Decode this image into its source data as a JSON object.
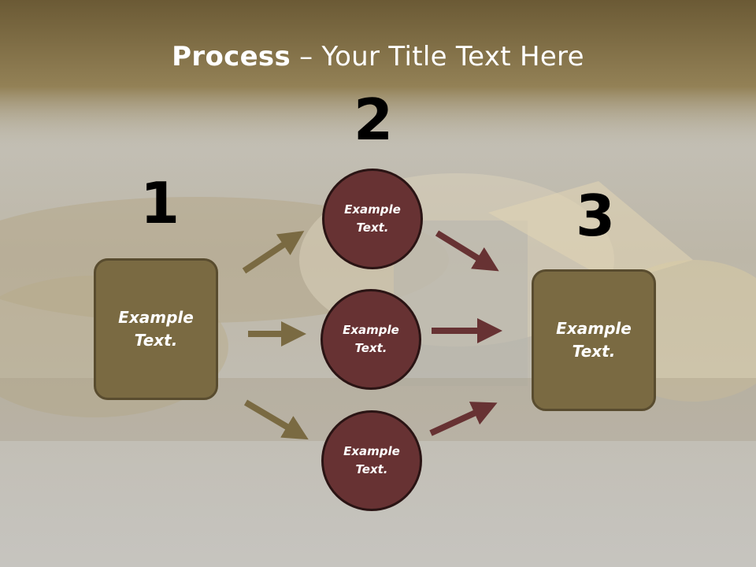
{
  "title": {
    "bold": "Process",
    "rest": " – Your Title Text Here"
  },
  "steps": [
    {
      "number": "1",
      "box_text": "Example\nText."
    },
    {
      "number": "2"
    },
    {
      "number": "3",
      "box_text": "Example\nText."
    }
  ],
  "circles": [
    {
      "text": "Example\nText."
    },
    {
      "text": "Example\nText."
    },
    {
      "text": "Example\nText."
    }
  ],
  "colors": {
    "box_fill": "#7a6a42",
    "circle_fill": "#673233",
    "arrow_left": "#7a6a42",
    "arrow_right": "#673233",
    "header_band": "#8a7a4c"
  }
}
